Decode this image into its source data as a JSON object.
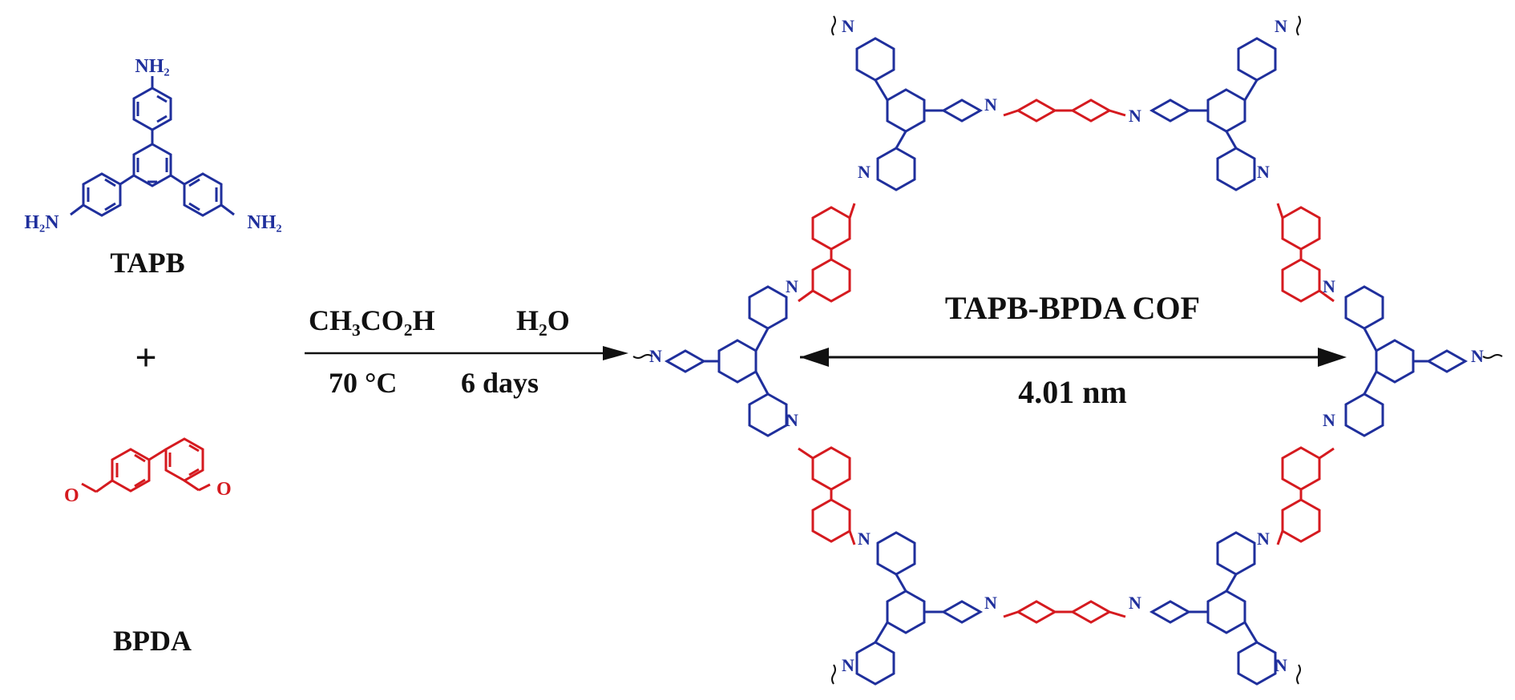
{
  "colors": {
    "amine": "#1f2f9c",
    "aldehyde": "#d51a1f",
    "text": "#111111",
    "wavy": "#111111"
  },
  "monomers": {
    "tapb_label": "TAPB",
    "bpda_label": "BPDA",
    "plus": "+",
    "nh2": "NH₂",
    "o": "O"
  },
  "reaction": {
    "conditions_top_1": "CH₃CO₂H",
    "conditions_top_2": "H₂O",
    "conditions_bottom_1": "70 °C",
    "conditions_bottom_2": "6 days"
  },
  "cof": {
    "title": "TAPB-BPDA COF",
    "pore_size": "4.01 nm",
    "n": "N"
  }
}
